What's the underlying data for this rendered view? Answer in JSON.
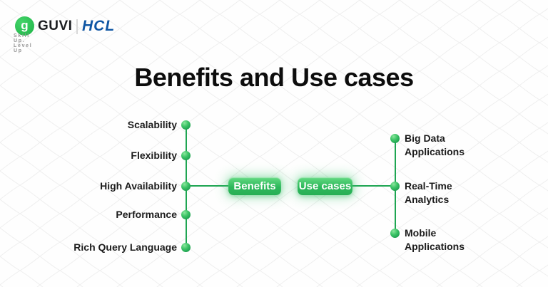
{
  "brand": {
    "icon_glyph": "g",
    "name": "GUVI",
    "partner": "HCL",
    "tagline": "Skill Up. Level Up"
  },
  "title": "Benefits and Use cases",
  "diagram": {
    "left": {
      "button_label": "Benefits",
      "items": [
        "Scalability",
        "Flexibility",
        "High Availability",
        "Performance",
        "Rich Query Language"
      ]
    },
    "right": {
      "button_label": "Use cases",
      "items": [
        {
          "line1": "Big Data",
          "line2": "Applications"
        },
        {
          "line1": "Real-Time",
          "line2": "Analytics"
        },
        {
          "line1": "Mobile",
          "line2": "Applications"
        }
      ]
    }
  },
  "colors": {
    "accent_green": "#2db85b",
    "line_green": "#1ea552",
    "guvi_green": "#2ec155",
    "hcl_blue": "#0f56a4",
    "title_dark": "#0d0d0d",
    "label_dark": "#1c1c1c",
    "tagline_gray": "#949494",
    "mesh_gray": "#ececec"
  }
}
